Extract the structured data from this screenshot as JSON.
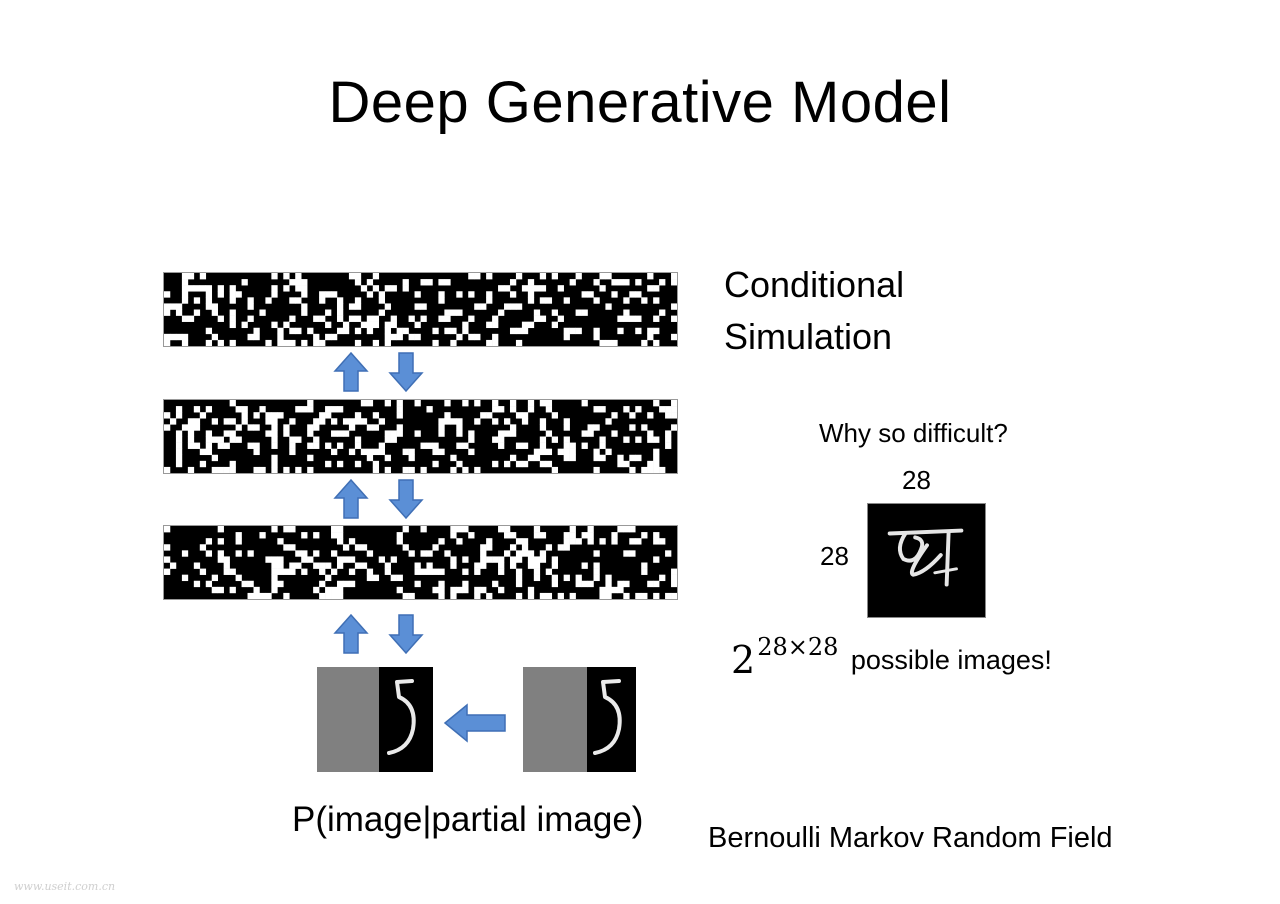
{
  "slide": {
    "title": "Deep Generative Model",
    "conditional_label_line1": "Conditional",
    "conditional_label_line2": "Simulation",
    "why_difficult": "Why so difficult?",
    "dim_width": "28",
    "dim_height": "28",
    "possible_base": "2",
    "possible_exponent": "28×28",
    "possible_text": "possible images!",
    "conditional_prob": "P(image|partial image)",
    "model_name": "Bernoulli Markov Random Field",
    "watermark": "www.useit.com.cn"
  },
  "icons": {
    "up_arrow": "up-arrow-icon",
    "down_arrow": "down-arrow-icon",
    "left_arrow": "left-arrow-icon"
  },
  "colors": {
    "arrow_fill": "#5b8fd6",
    "partial_gray": "#808080"
  }
}
